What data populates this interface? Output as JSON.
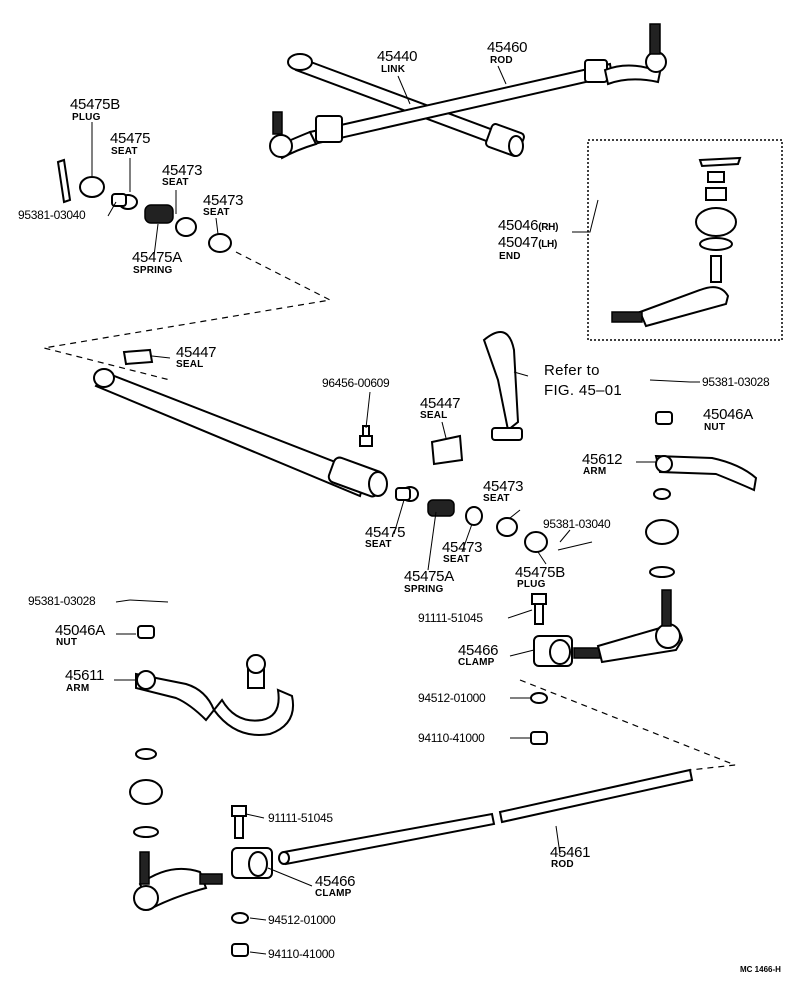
{
  "labels": {
    "link_45440": "45440",
    "link_name": "LINK",
    "rod_45460": "45460",
    "rod_name": "ROD",
    "plug_45475B_top": "45475B",
    "plug_name_top": "PLUG",
    "seat_45475_top": "45475",
    "seat_name_45475_top": "SEAT",
    "seat_45473_a": "45473",
    "seat_name_a": "SEAT",
    "seat_45473_b": "45473",
    "seat_name_b": "SEAT",
    "bolt_95381_03040_top": "95381-03040",
    "spring_45475A_top": "45475A",
    "spring_name_top": "SPRING",
    "end_45046": "45046",
    "end_rh": "(RH)",
    "end_45047": "45047",
    "end_lh": "(LH)",
    "end_name": "END",
    "seal_45447_top": "45447",
    "seal_name_top": "SEAL",
    "refer_line1": "Refer to",
    "refer_line2": "FIG. 45–01",
    "pin_95381_03028_right": "95381-03028",
    "nut_45046A_right": "45046A",
    "nut_name_right": "NUT",
    "fitting_96456_00609": "96456-00609",
    "seal_45447_mid": "45447",
    "seal_name_mid": "SEAL",
    "arm_45612": "45612",
    "arm_name_45612": "ARM",
    "seat_45473_mid": "45473",
    "seat_name_mid": "SEAT",
    "bolt_95381_03040_mid": "95381-03040",
    "seat_45475_mid": "45475",
    "seat_name_45475_mid": "SEAT",
    "seat_45473_mid2": "45473",
    "seat_name_mid2": "SEAT",
    "spring_45475A_mid": "45475A",
    "spring_name_mid": "SPRING",
    "plug_45475B_mid": "45475B",
    "plug_name_mid": "PLUG",
    "pin_95381_03028_left": "95381-03028",
    "bolt_91111_51045_mid": "91111-51045",
    "nut_45046A_left": "45046A",
    "nut_name_left": "NUT",
    "clamp_45466_right": "45466",
    "clamp_name_right": "CLAMP",
    "arm_45611": "45611",
    "arm_name_45611": "ARM",
    "nut_94512_01000_mid": "94512-01000",
    "nut_94110_41000_mid": "94110-41000",
    "bolt_91111_51045_bottom": "91111-51045",
    "rod_45461": "45461",
    "rod_name_45461": "ROD",
    "clamp_45466_bottom": "45466",
    "clamp_name_bottom": "CLAMP",
    "nut_94512_01000_bottom": "94512-01000",
    "nut_94110_41000_bottom": "94110-41000",
    "figure_code": "MC 1466-H"
  }
}
